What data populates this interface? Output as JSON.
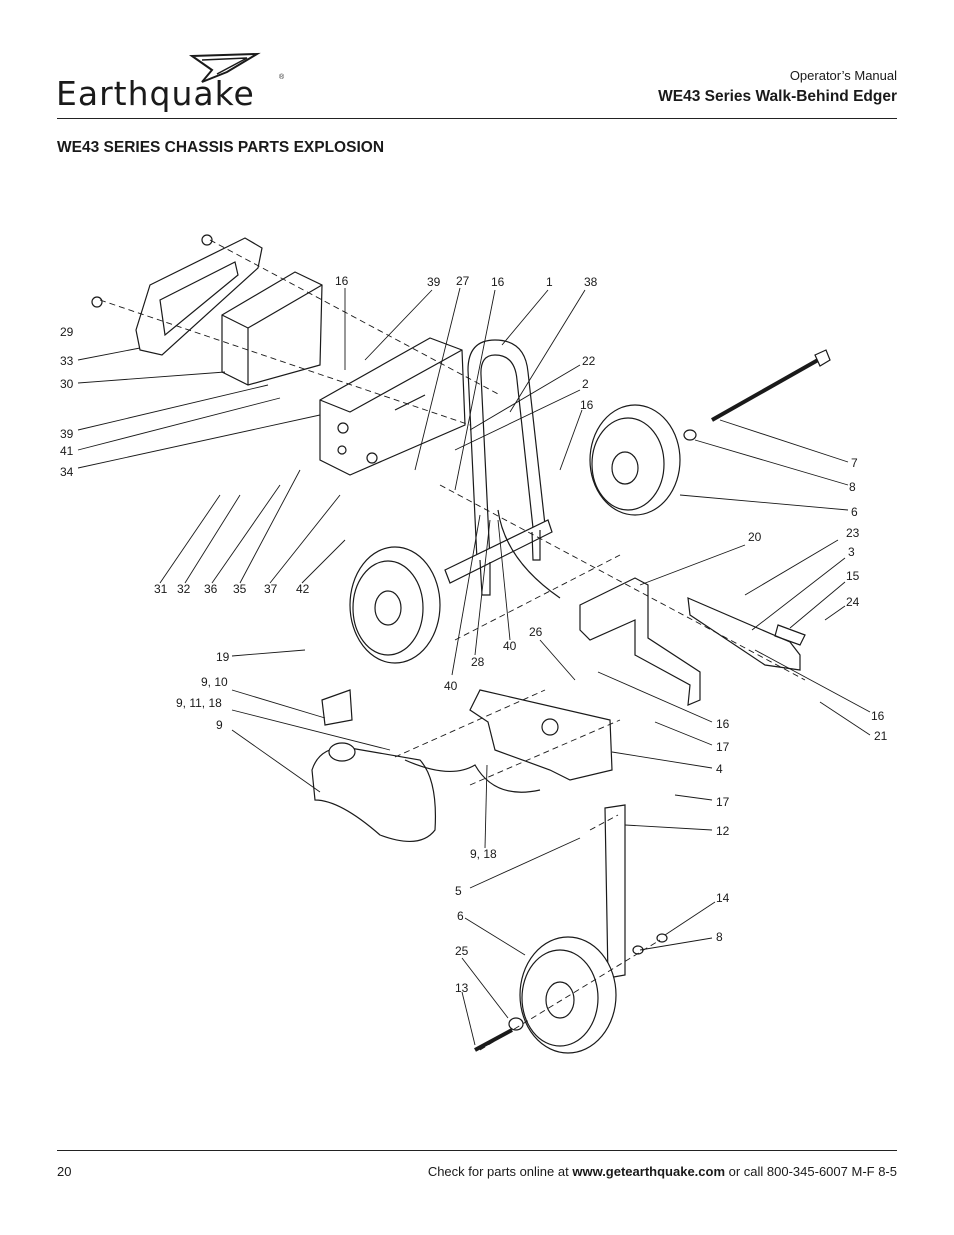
{
  "brand": {
    "name": "Earthquake",
    "registered": "®"
  },
  "header": {
    "subtitle": "Operator’s Manual",
    "title": "WE43 Series Walk-Behind Edger"
  },
  "section": {
    "title": "WE43 SERIES CHASSIS PARTS EXPLOSION"
  },
  "callouts": [
    "16",
    "39",
    "27",
    "16",
    "1",
    "38",
    "29",
    "33",
    "30",
    "39",
    "41",
    "34",
    "22",
    "2",
    "16",
    "7",
    "8",
    "6",
    "31",
    "32",
    "36",
    "35",
    "37",
    "42",
    "20",
    "23",
    "3",
    "15",
    "24",
    "19",
    "26",
    "9, 10",
    "9, 11, 18",
    "9",
    "28",
    "40",
    "40",
    "16",
    "16",
    "21",
    "17",
    "4",
    "17",
    "12",
    "9, 18",
    "5",
    "6",
    "14",
    "8",
    "25",
    "13"
  ],
  "footer": {
    "page_number": "20",
    "text_prefix": "Check for parts online at ",
    "url": "www.getearthquake.com",
    "text_suffix": " or call 800-345-6007 M-F 8-5"
  }
}
